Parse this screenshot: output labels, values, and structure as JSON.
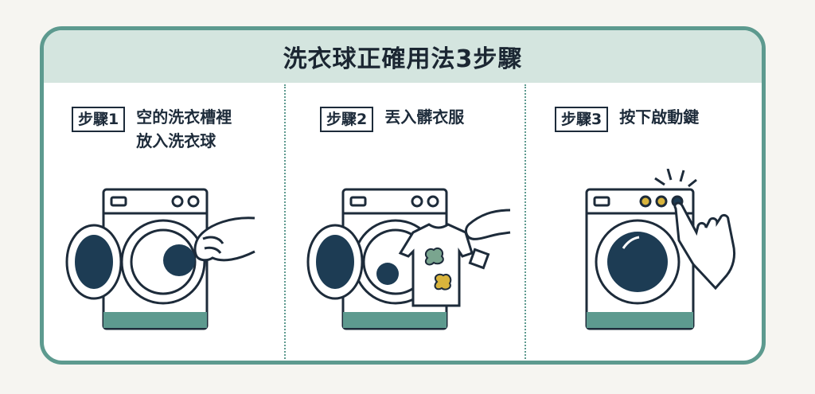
{
  "title": "洗衣球正確用法3步驟",
  "steps": [
    {
      "label": "步驟1",
      "line1": "空的洗衣槽裡",
      "line2": "放入洗衣球"
    },
    {
      "label": "步驟2",
      "line1": "丟入髒衣服",
      "line2": ""
    },
    {
      "label": "步驟3",
      "line1": "按下啟動鍵",
      "line2": ""
    }
  ],
  "colors": {
    "border": "#5d9a8f",
    "header_bg": "#d4e5df",
    "navy": "#1d3c54",
    "ink": "#1d2b3a",
    "yellow": "#d9b43c",
    "stain": "#7aa58f"
  }
}
